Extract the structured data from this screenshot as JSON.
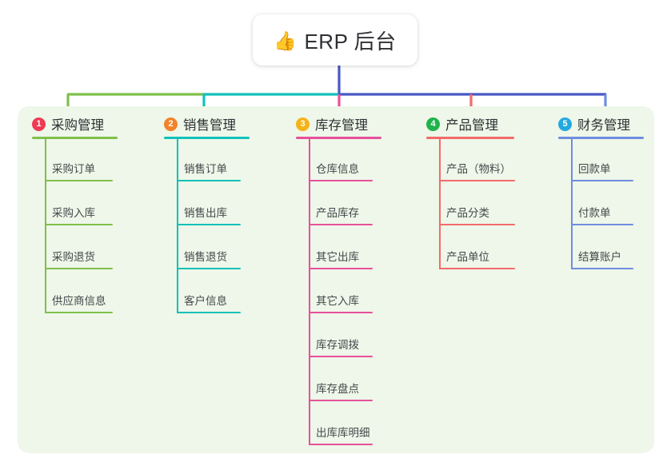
{
  "root": {
    "emoji": "👍",
    "emoji_name": "thumbs-up-icon",
    "title": "ERP 后台"
  },
  "theme": {
    "page_background": "#ffffff",
    "panel_background": "#eef7e9",
    "card_background": "#ffffff",
    "text_color": "#2f3134",
    "item_text_color": "#45484c",
    "trunk_color": "#4758c4"
  },
  "columns": [
    {
      "index": "1",
      "label": "采购管理",
      "badge_color": "#ef3a54",
      "line_color": "#7fc04b",
      "items": [
        "采购订单",
        "采购入库",
        "采购退货",
        "供应商信息"
      ]
    },
    {
      "index": "2",
      "label": "销售管理",
      "badge_color": "#f2832a",
      "line_color": "#12c1ba",
      "items": [
        "销售订单",
        "销售出库",
        "销售退货",
        "客户信息"
      ]
    },
    {
      "index": "3",
      "label": "库存管理",
      "badge_color": "#f5b316",
      "line_color": "#e8509b",
      "items": [
        "仓库信息",
        "产品库存",
        "其它出库",
        "其它入库",
        "库存调拨",
        "库存盘点",
        "出库库明细"
      ]
    },
    {
      "index": "4",
      "label": "产品管理",
      "badge_color": "#20b24c",
      "line_color": "#f46a6a",
      "items": [
        "产品（物料）",
        "产品分类",
        "产品单位"
      ]
    },
    {
      "index": "5",
      "label": "财务管理",
      "badge_color": "#23a8e0",
      "line_color": "#6f8de0",
      "items": [
        "回款单",
        "付款单",
        "结算账户"
      ]
    }
  ]
}
